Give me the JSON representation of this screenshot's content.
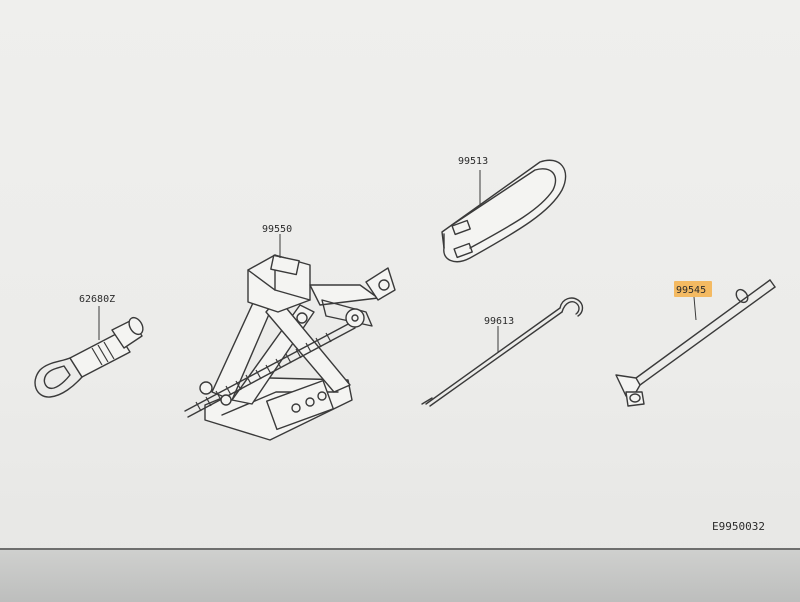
{
  "parts": [
    {
      "id": "tow-hook",
      "number": "62680Z"
    },
    {
      "id": "scissor-jack",
      "number": "99550"
    },
    {
      "id": "tool-strap",
      "number": "99513"
    },
    {
      "id": "jack-rod",
      "number": "99613"
    },
    {
      "id": "lug-wrench",
      "number": "99545"
    }
  ],
  "diagram_code": "E9950032",
  "highlighted_part": "99545",
  "colors": {
    "highlight": "#f5b04a",
    "line": "#3a3a3a",
    "background": "#efefed"
  }
}
